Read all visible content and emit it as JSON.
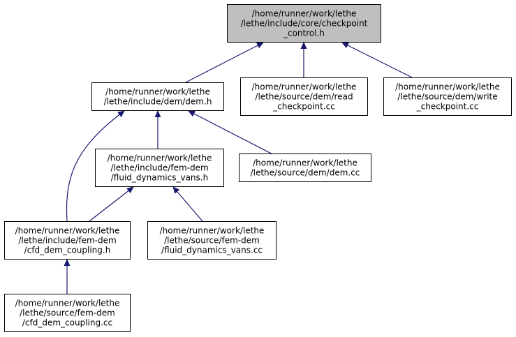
{
  "nodes": [
    {
      "id": "checkpoint_control_h",
      "lines": [
        "/home/runner/work/lethe",
        "/lethe/include/core/checkpoint",
        "_control.h"
      ],
      "highlighted": true
    },
    {
      "id": "dem_h",
      "lines": [
        "/home/runner/work/lethe",
        "/lethe/include/dem/dem.h"
      ]
    },
    {
      "id": "read_checkpoint_cc",
      "lines": [
        "/home/runner/work/lethe",
        "/lethe/source/dem/read",
        "_checkpoint.cc"
      ]
    },
    {
      "id": "write_checkpoint_cc",
      "lines": [
        "/home/runner/work/lethe",
        "/lethe/source/dem/write",
        "_checkpoint.cc"
      ]
    },
    {
      "id": "fluid_dynamics_vans_h",
      "lines": [
        "/home/runner/work/lethe",
        "/lethe/include/fem-dem",
        "/fluid_dynamics_vans.h"
      ]
    },
    {
      "id": "dem_cc",
      "lines": [
        "/home/runner/work/lethe",
        "/lethe/source/dem/dem.cc"
      ]
    },
    {
      "id": "cfd_dem_coupling_h",
      "lines": [
        "/home/runner/work/lethe",
        "/lethe/include/fem-dem",
        "/cfd_dem_coupling.h"
      ]
    },
    {
      "id": "fluid_dynamics_vans_cc",
      "lines": [
        "/home/runner/work/lethe",
        "/lethe/source/fem-dem",
        "/fluid_dynamics_vans.cc"
      ]
    },
    {
      "id": "cfd_dem_coupling_cc",
      "lines": [
        "/home/runner/work/lethe",
        "/lethe/source/fem-dem",
        "/cfd_dem_coupling.cc"
      ]
    }
  ],
  "edges": [
    {
      "from": "dem_h",
      "to": "checkpoint_control_h"
    },
    {
      "from": "read_checkpoint_cc",
      "to": "checkpoint_control_h"
    },
    {
      "from": "write_checkpoint_cc",
      "to": "checkpoint_control_h"
    },
    {
      "from": "fluid_dynamics_vans_h",
      "to": "dem_h"
    },
    {
      "from": "dem_cc",
      "to": "dem_h"
    },
    {
      "from": "cfd_dem_coupling_h",
      "to": "dem_h"
    },
    {
      "from": "cfd_dem_coupling_h",
      "to": "fluid_dynamics_vans_h"
    },
    {
      "from": "fluid_dynamics_vans_cc",
      "to": "fluid_dynamics_vans_h"
    },
    {
      "from": "cfd_dem_coupling_cc",
      "to": "cfd_dem_coupling_h"
    }
  ],
  "colors": {
    "edge": "#191970",
    "node_border": "#000000",
    "node_fill": "#ffffff",
    "highlight_fill": "#bfbfbf",
    "text": "#000000"
  }
}
